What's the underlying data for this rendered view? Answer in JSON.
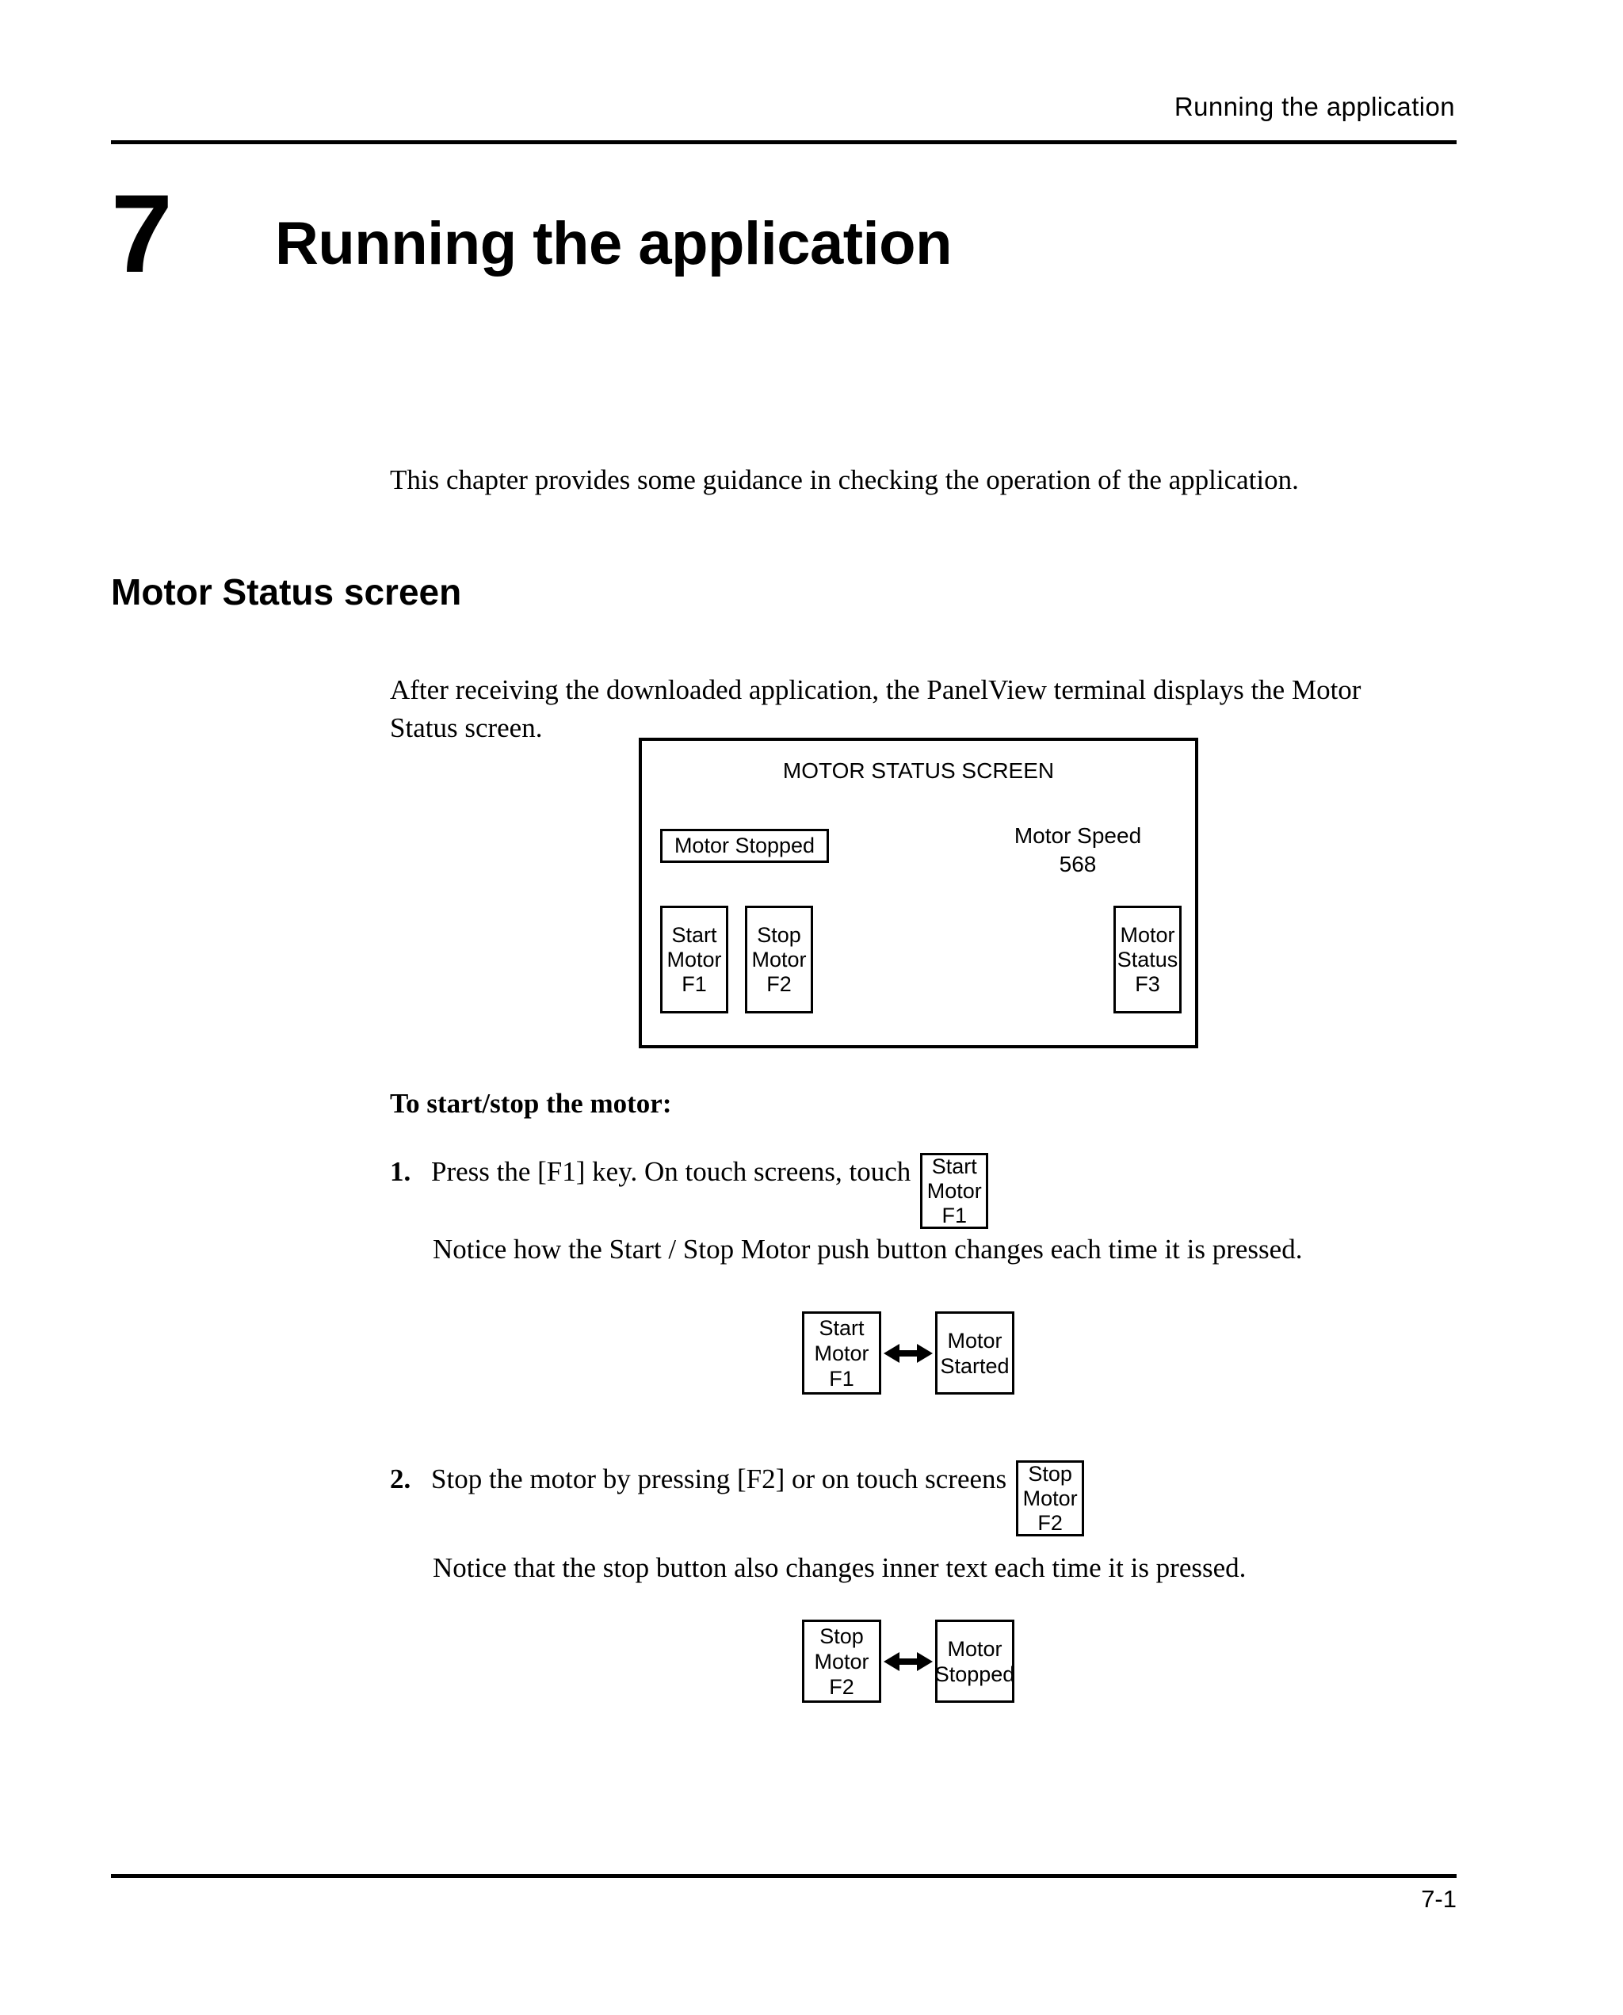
{
  "header": {
    "running_head": "Running the application"
  },
  "chapter": {
    "number": "7",
    "title": "Running the application",
    "intro": "This chapter provides some guidance in checking the operation of the application."
  },
  "section": {
    "heading": "Motor Status screen",
    "paragraph": "After receiving the downloaded application, the PanelView terminal displays the Motor Status screen."
  },
  "panel_screen": {
    "title": "MOTOR STATUS SCREEN",
    "status_indicator": "Motor Stopped",
    "speed_label": "Motor Speed",
    "speed_value": "568",
    "buttons": [
      {
        "name": "start-motor",
        "line1": "Start",
        "line2": "Motor",
        "line3": "F1"
      },
      {
        "name": "stop-motor",
        "line1": "Stop",
        "line2": "Motor",
        "line3": "F2"
      },
      {
        "name": "motor-status",
        "line1": "Motor",
        "line2": "Status",
        "line3": "F3"
      }
    ]
  },
  "procedure": {
    "heading": "To start/stop the motor:",
    "steps": [
      {
        "number": "1.",
        "text": "Press the [F1] key.  On touch screens, touch",
        "key": {
          "line1": "Start",
          "line2": "Motor",
          "line3": "F1"
        },
        "note": "Notice how the Start / Stop Motor push button changes each time it is pressed."
      },
      {
        "number": "2.",
        "text": "Stop the motor by pressing [F2] or on touch screens",
        "key": {
          "line1": "Stop",
          "line2": "Motor",
          "line3": "F2"
        },
        "note": "Notice that the stop button also changes inner text each time it is pressed."
      }
    ]
  },
  "toggle_diagrams": [
    {
      "name": "start-motor-toggle",
      "left": {
        "line1": "Start",
        "line2": "Motor",
        "line3": "F1"
      },
      "arrow": "double-headed-arrow",
      "right": {
        "line1": "Motor",
        "line2": "Started",
        "line3": ""
      }
    },
    {
      "name": "stop-motor-toggle",
      "left": {
        "line1": "Stop",
        "line2": "Motor",
        "line3": "F2"
      },
      "arrow": "double-headed-arrow",
      "right": {
        "line1": "Motor",
        "line2": "Stopped",
        "line3": ""
      }
    }
  ],
  "footer": {
    "page_number": "7-1"
  },
  "colors": {
    "ink": "#000000",
    "paper": "#ffffff"
  }
}
